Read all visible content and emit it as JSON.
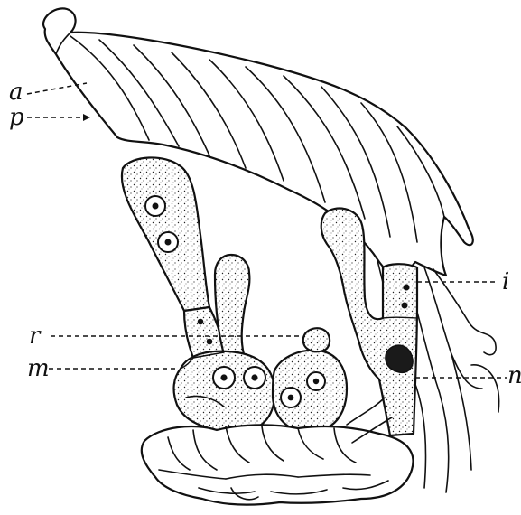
{
  "figure": {
    "labels": {
      "a": "a",
      "p": "p",
      "r": "r",
      "m": "m",
      "i": "i",
      "n": "n"
    }
  },
  "colors": {
    "ink": "#111111",
    "paper": "#ffffff"
  }
}
